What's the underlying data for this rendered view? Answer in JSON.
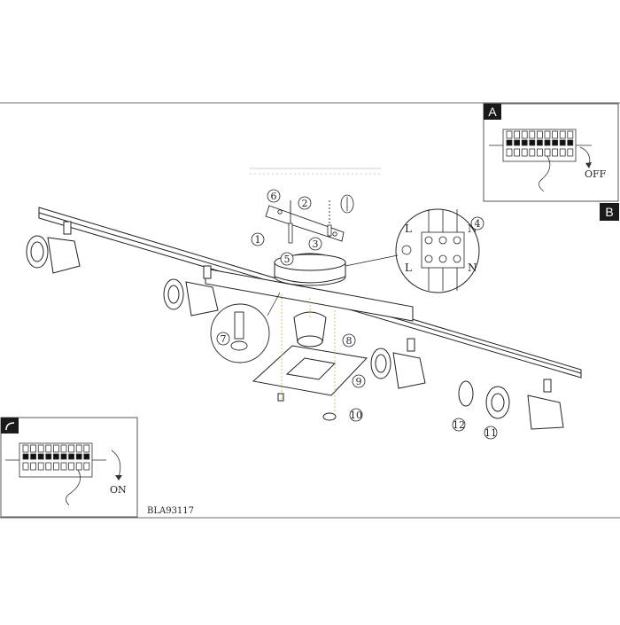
{
  "panels": {
    "a": {
      "letter": "A",
      "off_label": "OFF"
    },
    "b": {
      "letter": "B"
    },
    "c": {
      "letter": "C",
      "on_label": "ON"
    }
  },
  "steps": [
    "1",
    "2",
    "3",
    "4",
    "5",
    "6",
    "7",
    "8",
    "9",
    "10",
    "11",
    "12"
  ],
  "terminal": {
    "l_top": "L",
    "n_top": "N",
    "l_bottom": "L",
    "n_bottom": "N"
  },
  "model_code": "BLA93117"
}
